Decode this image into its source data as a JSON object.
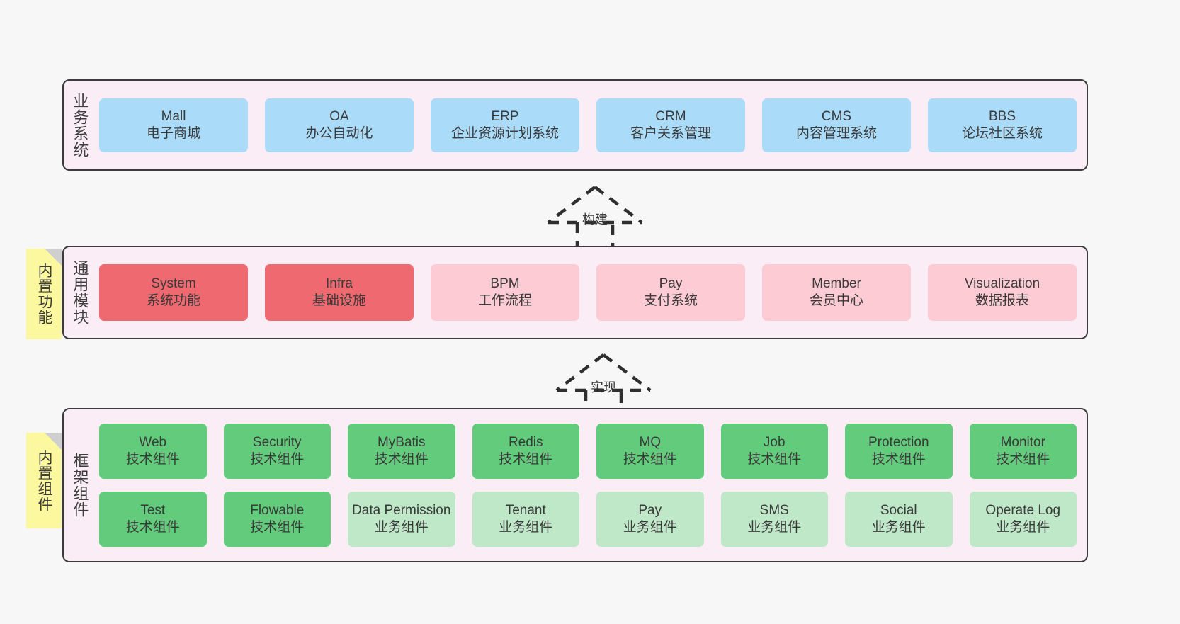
{
  "diagram": {
    "background_color": "#f7f7f7",
    "panel_fill": "#faedf5",
    "panel_border": "#3c3c3c",
    "sticky_color": "#fbf8a0"
  },
  "layers": [
    {
      "id": "business",
      "title": "业务系统",
      "rows": [
        {
          "cards": [
            {
              "t1": "Mall",
              "t2": "电子商城",
              "color": "#aadcfa"
            },
            {
              "t1": "OA",
              "t2": "办公自动化",
              "color": "#aadcfa"
            },
            {
              "t1": "ERP",
              "t2": "企业资源计划系统",
              "color": "#aadcfa"
            },
            {
              "t1": "CRM",
              "t2": "客户关系管理",
              "color": "#aadcfa"
            },
            {
              "t1": "CMS",
              "t2": "内容管理系统",
              "color": "#aadcfa"
            },
            {
              "t1": "BBS",
              "t2": "论坛社区系统",
              "color": "#aadcfa"
            }
          ]
        }
      ]
    },
    {
      "id": "common",
      "title": "通用模块",
      "sticky": "内置功能",
      "rows": [
        {
          "cards": [
            {
              "t1": "System",
              "t2": "系统功能",
              "color": "#ef6a70"
            },
            {
              "t1": "Infra",
              "t2": "基础设施",
              "color": "#ef6a70"
            },
            {
              "t1": "BPM",
              "t2": "工作流程",
              "color": "#fccbd3"
            },
            {
              "t1": "Pay",
              "t2": "支付系统",
              "color": "#fccbd3"
            },
            {
              "t1": "Member",
              "t2": "会员中心",
              "color": "#fccbd3"
            },
            {
              "t1": "Visualization",
              "t2": "数据报表",
              "color": "#fccbd3"
            }
          ]
        }
      ]
    },
    {
      "id": "framework",
      "title": "框架组件",
      "sticky": "内置组件",
      "rows": [
        {
          "cards": [
            {
              "t1": "Web",
              "t2": "技术组件",
              "color": "#63cb7c"
            },
            {
              "t1": "Security",
              "t2": "技术组件",
              "color": "#63cb7c"
            },
            {
              "t1": "MyBatis",
              "t2": "技术组件",
              "color": "#63cb7c"
            },
            {
              "t1": "Redis",
              "t2": "技术组件",
              "color": "#63cb7c"
            },
            {
              "t1": "MQ",
              "t2": "技术组件",
              "color": "#63cb7c"
            },
            {
              "t1": "Job",
              "t2": "技术组件",
              "color": "#63cb7c"
            },
            {
              "t1": "Protection",
              "t2": "技术组件",
              "color": "#63cb7c"
            },
            {
              "t1": "Monitor",
              "t2": "技术组件",
              "color": "#63cb7c"
            }
          ]
        },
        {
          "cards": [
            {
              "t1": "Test",
              "t2": "技术组件",
              "color": "#63cb7c"
            },
            {
              "t1": "Flowable",
              "t2": "技术组件",
              "color": "#63cb7c"
            },
            {
              "t1": "Data Permission",
              "t2": "业务组件",
              "color": "#bfe8c8"
            },
            {
              "t1": "Tenant",
              "t2": "业务组件",
              "color": "#bfe8c8"
            },
            {
              "t1": "Pay",
              "t2": "业务组件",
              "color": "#bfe8c8"
            },
            {
              "t1": "SMS",
              "t2": "业务组件",
              "color": "#bfe8c8"
            },
            {
              "t1": "Social",
              "t2": "业务组件",
              "color": "#bfe8c8"
            },
            {
              "t1": "Operate Log",
              "t2": "业务组件",
              "color": "#bfe8c8"
            }
          ]
        }
      ]
    }
  ],
  "arrows": [
    {
      "id": "build",
      "label": "构建"
    },
    {
      "id": "realize",
      "label": "实现"
    }
  ]
}
